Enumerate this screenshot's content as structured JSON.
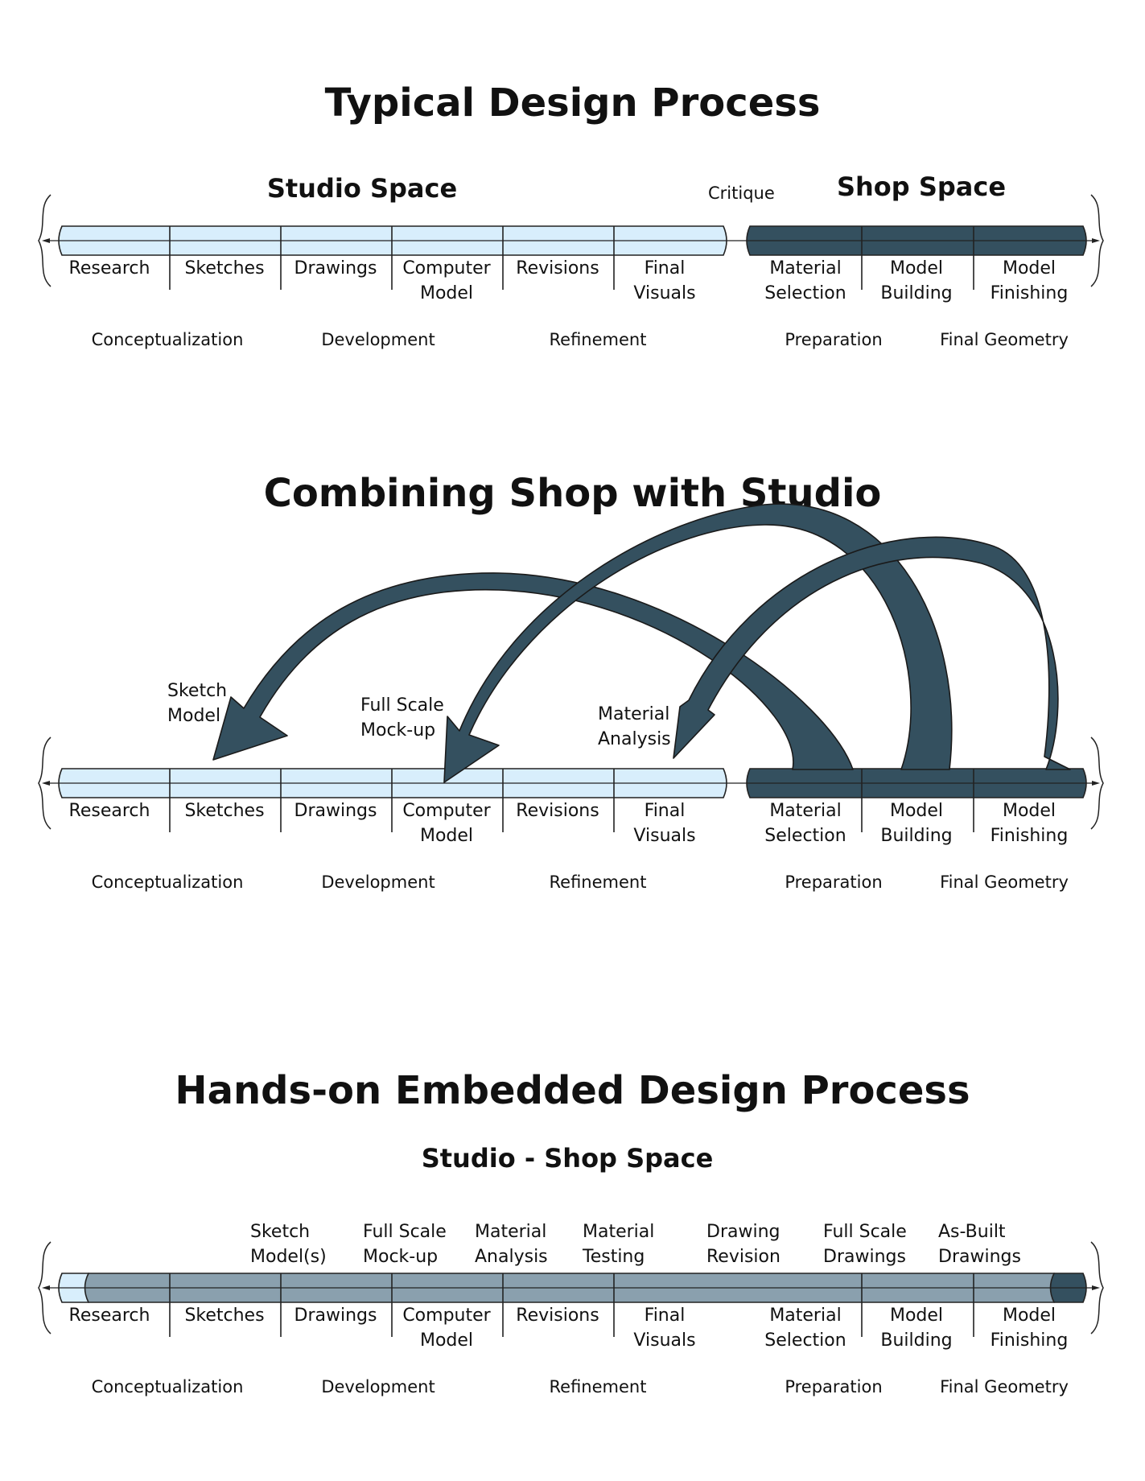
{
  "colors": {
    "studio": "#d8eefc",
    "shop": "#34505f",
    "embedded": "#8aa0ae",
    "outline": "#222222"
  },
  "typical": {
    "title": "Typical Design Process",
    "studio_label": "Studio Space",
    "critique_label": "Critique",
    "shop_label": "Shop Space"
  },
  "combining": {
    "title": "Combining Shop with Studio",
    "annotations": [
      {
        "line1": "Sketch",
        "line2": "Model"
      },
      {
        "line1": "Full Scale",
        "line2": "Mock-up"
      },
      {
        "line1": "Material",
        "line2": "Analysis"
      }
    ]
  },
  "embedded": {
    "title": "Hands-on Embedded Design Process",
    "space_label": "Studio - Shop Space",
    "annotations": [
      {
        "line1": "Sketch",
        "line2": "Model(s)"
      },
      {
        "line1": "Full Scale",
        "line2": "Mock-up"
      },
      {
        "line1": "Material",
        "line2": "Analysis"
      },
      {
        "line1": "Material",
        "line2": "Testing"
      },
      {
        "line1": "Drawing",
        "line2": "Revision"
      },
      {
        "line1": "Full Scale",
        "line2": "Drawings"
      },
      {
        "line1": "As-Built",
        "line2": "Drawings"
      }
    ]
  },
  "stages": [
    {
      "line1": "Research",
      "line2": ""
    },
    {
      "line1": "Sketches",
      "line2": ""
    },
    {
      "line1": "Drawings",
      "line2": ""
    },
    {
      "line1": "Computer",
      "line2": "Model"
    },
    {
      "line1": "Revisions",
      "line2": ""
    },
    {
      "line1": "Final",
      "line2": "Visuals"
    },
    {
      "line1": "Material",
      "line2": "Selection"
    },
    {
      "line1": "Model",
      "line2": "Building"
    },
    {
      "line1": "Model",
      "line2": "Finishing"
    }
  ],
  "phases": [
    "Conceptualization",
    "Development",
    "Refinement",
    "Preparation",
    "Final Geometry"
  ]
}
